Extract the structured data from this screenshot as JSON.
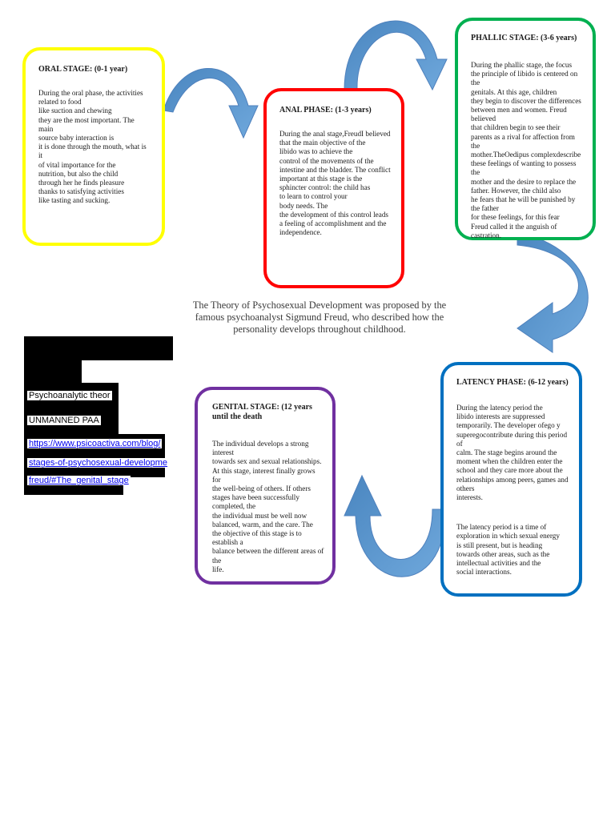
{
  "intro": "The Theory of Psychosexual Development was proposed by the famous psychoanalyst Sigmund Freud, who described how the personality develops throughout childhood.",
  "stages": {
    "oral": {
      "title": "ORAL STAGE: (0-1 year)",
      "body": "During the oral phase, the activities\nrelated to food\nlike suction and chewing\nthey are the most important. The main\nsource baby interaction is\nit is done through the mouth, what is it\nof vital importance for the\nnutrition, but also the child\nthrough her he finds pleasure\nthanks to satisfying activities\nlike tasting and sucking."
    },
    "anal": {
      "title": "ANAL PHASE: (1-3 years)",
      "body": "During the anal stage,FreudI believed\nthat the main objective of the\nlibido was to achieve the\ncontrol of the movements of the\nintestine and the bladder. The conflict\nimportant at this stage is the\nsphincter control: the child has\nto learn to control your\nbody needs. The\nthe development of this control leads\na feeling of accomplishment and the\nindependence."
    },
    "phallic": {
      "title": "PHALLIC STAGE: (3-6 years)",
      "body": "During the phallic stage, the focus\nthe principle of libido is centered on the\ngenitals. At this age, children\nthey begin to discover the differences\nbetween men and women. Freud believed\nthat children begin to see their\nparents as a rival for affection from the\nmother.TheOedipus complexdescribe\nthese feelings of wanting to possess the\nmother and the desire to replace the\nfather. However, the child also\nhe fears that he will be punished by the father\nfor these feelings, for this fear\nFreud called it the anguish of\ncastration."
    },
    "latency": {
      "title": "LATENCY PHASE: (6-12 years)",
      "body": "During the latency period the\nlibido interests are suppressed\ntemporarily. The developer ofego y\nsuperegocontribute during this period of\ncalm. The stage begins around the\nmoment when the children enter the\nschool and they care more about the\nrelationships among peers, games and others\ninterests.",
      "body2": "The latency period is a time of\nexploration in which sexual energy\nis still present, but is heading\ntowards other areas, such as the\nintellectual activities and the\nsocial interactions."
    },
    "genital": {
      "title": "GENITAL STAGE: (12 years until the death",
      "body": "The individual develops a strong interest\ntowards sex and sexual relationships.\nAt this stage, interest finally grows for\nthe well-being of others. If others\nstages have been successfully completed, the\nthe individual must be well now\nbalanced, warm, and the care. The\nthe objective of this stage is to establish a\nbalance between the different areas of the\nlife."
    }
  },
  "references": {
    "line1": "Psychoanalytic theor",
    "line2": "UNMANNED PAA",
    "link1": "https://www.psicoactiva.com/blog/",
    "link2": "stages-of-psychosexual-developme",
    "link3": "freud/#The_genital_stage"
  },
  "colors": {
    "oral_border": "#ffff00",
    "anal_border": "#ff0000",
    "phallic_border": "#00b050",
    "latency_border": "#0070c0",
    "genital_border": "#7030a0",
    "arrow_fill": "#5b9bd5"
  }
}
